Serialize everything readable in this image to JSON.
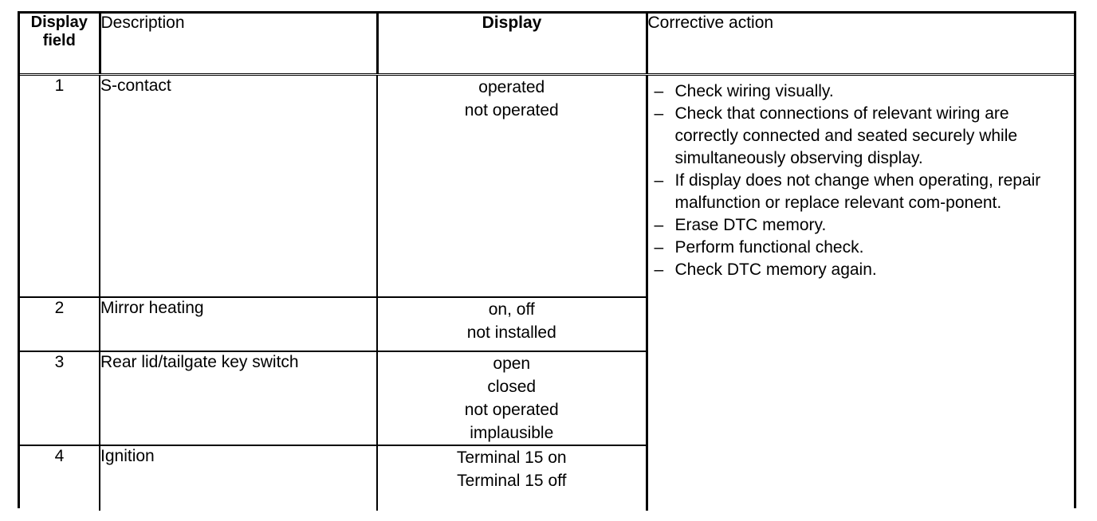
{
  "table": {
    "headers": {
      "display_field": "Display\nfield",
      "display_field_line1": "Display",
      "display_field_line2": "field",
      "description": "Description",
      "display": "Display",
      "corrective_action": "Corrective action"
    },
    "rows": [
      {
        "field": "1",
        "description": "S-contact",
        "display_values": [
          "operated",
          "not operated"
        ]
      },
      {
        "field": "2",
        "description": "Mirror heating",
        "display_values": [
          "on, off",
          "not installed"
        ]
      },
      {
        "field": "3",
        "description": "Rear lid/tailgate key switch",
        "display_values": [
          "open",
          "closed",
          "not operated",
          "implausible"
        ]
      },
      {
        "field": "4",
        "description": "Ignition",
        "display_values": [
          "Terminal 15 on",
          "Terminal 15 off"
        ]
      }
    ],
    "corrective_action": {
      "bullet_marker": "–",
      "items": [
        "Check wiring visually.",
        "Check that connections of relevant wiring are correctly connected and seated securely while simultaneously observing display.",
        "If display does not change when operating, repair malfunction or replace relevant com-ponent.",
        "Erase DTC memory.",
        "Perform functional check.",
        "Check DTC memory again."
      ]
    }
  },
  "colors": {
    "ink": "#000000",
    "paper": "#ffffff"
  }
}
